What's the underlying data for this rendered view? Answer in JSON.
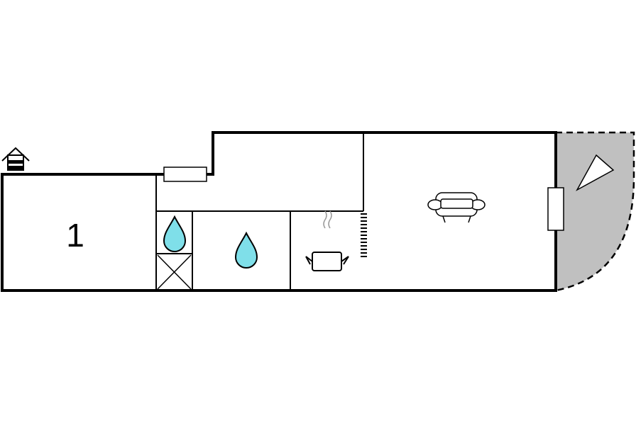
{
  "floorplan": {
    "rooms": [
      {
        "id": "room-1",
        "label": "1",
        "type": "bedroom"
      },
      {
        "id": "shower",
        "label": "",
        "type": "shower"
      },
      {
        "id": "bathroom",
        "label": "",
        "type": "bathroom"
      },
      {
        "id": "kitchen",
        "label": "",
        "type": "kitchen"
      },
      {
        "id": "living-room",
        "label": "",
        "type": "living-room"
      },
      {
        "id": "hallway",
        "label": "",
        "type": "hallway"
      },
      {
        "id": "terrace",
        "label": "",
        "type": "terrace"
      }
    ],
    "icons": [
      "house-entrance-icon",
      "water-drop-icon",
      "cooking-pot-icon",
      "sofa-icon",
      "sun-wedge-icon"
    ],
    "colors": {
      "wall": "#000000",
      "water": "#7fdfe9",
      "terrace": "#c0c0c0",
      "background": "#ffffff"
    }
  }
}
